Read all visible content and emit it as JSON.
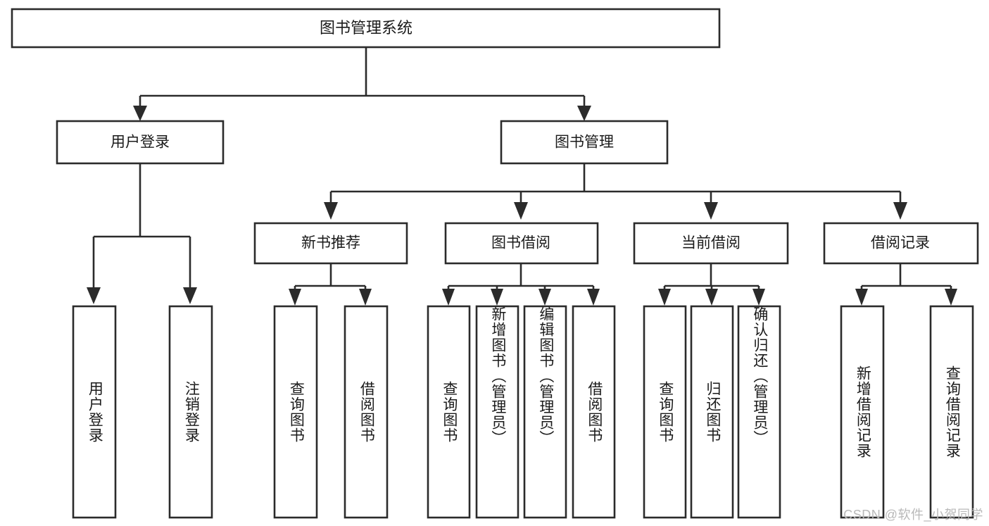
{
  "diagram": {
    "title": "图书管理系统",
    "type": "tree-hierarchy",
    "watermark": "CSDN @软件_小贺同学",
    "colors": {
      "stroke": "#2b2b2b",
      "fill": "#ffffff",
      "text": "#1a1a1a",
      "watermark": "#b9b9b9",
      "background": "#ffffff"
    },
    "root": {
      "label": "图书管理系统"
    },
    "level2": [
      {
        "label": "用户登录"
      },
      {
        "label": "图书管理"
      }
    ],
    "level3": [
      {
        "label": "新书推荐"
      },
      {
        "label": "图书借阅"
      },
      {
        "label": "当前借阅"
      },
      {
        "label": "借阅记录"
      }
    ],
    "leaves": {
      "user_login": [
        {
          "label": "用户登录"
        },
        {
          "label": "注销登录"
        }
      ],
      "new_book_recommend": [
        {
          "label": "查询图书"
        },
        {
          "label": "借阅图书"
        }
      ],
      "book_borrow": [
        {
          "label": "查询图书"
        },
        {
          "label": "新增图书（管理员）"
        },
        {
          "label": "编辑图书（管理员）"
        },
        {
          "label": "借阅图书"
        }
      ],
      "current_borrow": [
        {
          "label": "查询图书"
        },
        {
          "label": "归还图书"
        },
        {
          "label": "确认归还（管理员）"
        }
      ],
      "borrow_record": [
        {
          "label": "新增借阅记录"
        },
        {
          "label": "查询借阅记录"
        }
      ]
    }
  }
}
